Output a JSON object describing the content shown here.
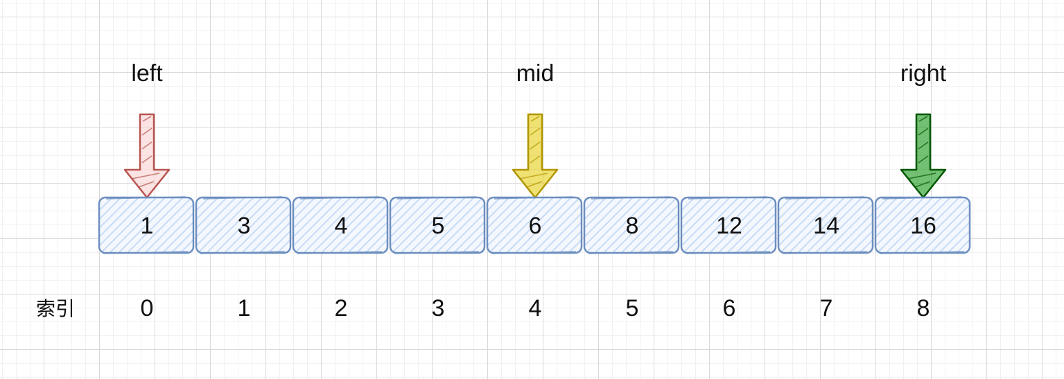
{
  "array": {
    "values": [
      "1",
      "3",
      "4",
      "5",
      "6",
      "8",
      "12",
      "14",
      "16"
    ],
    "fill_color": "#dae8fc",
    "stroke_color": "#6c8ebf"
  },
  "index": {
    "caption": "索引",
    "values": [
      "0",
      "1",
      "2",
      "3",
      "4",
      "5",
      "6",
      "7",
      "8"
    ]
  },
  "pointers": [
    {
      "label": "left",
      "index": 0,
      "fill": "#f8cecc",
      "stroke": "#b85450"
    },
    {
      "label": "mid",
      "index": 4,
      "fill": "#e3c800",
      "stroke": "#b09500"
    },
    {
      "label": "right",
      "index": 8,
      "fill": "#008a00",
      "stroke": "#005700"
    }
  ]
}
